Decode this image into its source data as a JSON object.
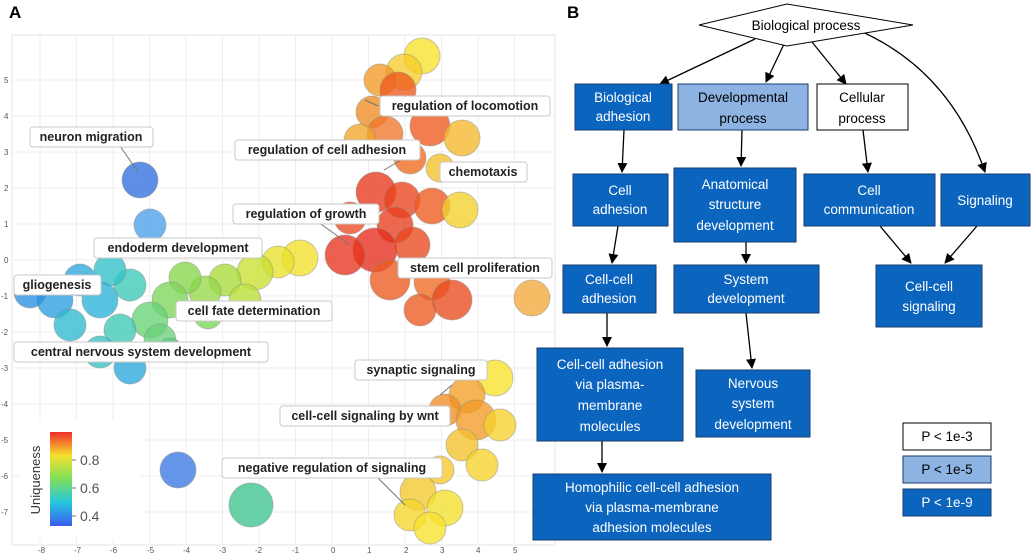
{
  "panels": {
    "a": "A",
    "b": "B"
  },
  "bubble_plot": {
    "x_ticks": [
      "-8",
      "-7",
      "-6",
      "-5",
      "-4",
      "-3",
      "-2",
      "-1",
      "0",
      "1",
      "2",
      "3",
      "4",
      "5"
    ],
    "y_ticks": [
      "5",
      "4",
      "3",
      "2",
      "1",
      "0",
      "-1",
      "-2",
      "-3",
      "-4",
      "-5",
      "-6",
      "-7"
    ],
    "labels": [
      "regulation of locomotion",
      "neuron migration",
      "regulation of cell adhesion",
      "chemotaxis",
      "regulation of growth",
      "endoderm development",
      "stem cell proliferation",
      "gliogenesis",
      "cell fate determination",
      "central nervous system development",
      "synaptic signaling",
      "cell-cell signaling by wnt",
      "negative regulation of signaling"
    ],
    "legend": {
      "title": "Uniqueness",
      "ticks": [
        "0.8",
        "0.6",
        "0.4"
      ]
    }
  },
  "flowchart": {
    "root": "Biological process",
    "nodes": {
      "bio_adhesion": [
        "Biological",
        "adhesion"
      ],
      "dev_process": [
        "Developmental",
        "process"
      ],
      "cell_process": [
        "Cellular",
        "process"
      ],
      "cell_adhesion": [
        "Cell",
        "adhesion"
      ],
      "anat_dev": [
        "Anatomical",
        "structure",
        "development"
      ],
      "cell_comm": [
        "Cell",
        "communication"
      ],
      "signaling": [
        "Signaling"
      ],
      "cc_adhesion": [
        "Cell-cell",
        "adhesion"
      ],
      "sys_dev": [
        "System",
        "development"
      ],
      "cc_signaling": [
        "Cell-cell",
        "signaling"
      ],
      "cc_adh_pm": [
        "Cell-cell adhesion",
        "via plasma-",
        "membrane",
        "molecules"
      ],
      "nerv_dev": [
        "Nervous",
        "system",
        "development"
      ],
      "homophilic": [
        "Homophilic cell-cell adhesion",
        "via plasma-membrane",
        "adhesion molecules"
      ]
    },
    "key": [
      "P < 1e-3",
      "P < 1e-5",
      "P < 1e-9"
    ]
  }
}
